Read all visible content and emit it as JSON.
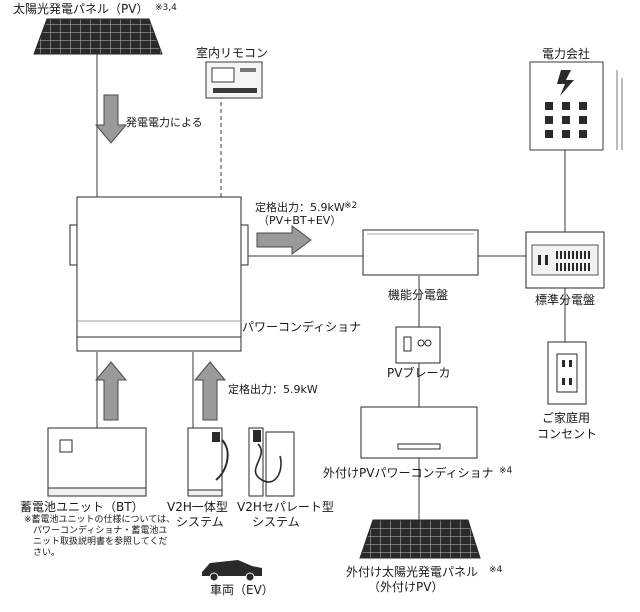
{
  "labels": {
    "pv_panel": "太陽光発電パネル（PV）",
    "pv_panel_note": "※3,4",
    "generation": "発電電力による",
    "remote": "室内リモコン",
    "utility": "電力会社",
    "rated_output_1": "定格出力：5.9kW",
    "rated_output_1_note": "※2",
    "rated_output_1_sub": "（PV+BT+EV）",
    "func_panel": "機能分電盤",
    "std_panel": "標準分電盤",
    "pcs": "パワーコンディショナ",
    "pv_breaker": "PVブレーカ",
    "rated_output_2": "定格出力：5.9kW",
    "outlet_line1": "ご家庭用",
    "outlet_line2": "コンセント",
    "ext_pcs": "外付けPVパワーコンディショナ",
    "ext_pcs_note": "※4",
    "battery": "蓄電池ユニット（BT）",
    "battery_note_1": "※蓄電池ユニットの仕様については、",
    "battery_note_2": "パワーコンディショナ・蓄電池ユ",
    "battery_note_3": "ニット取扱説明書を参照してくだ",
    "battery_note_4": "さい。",
    "v2h_integrated_1": "V2H一体型",
    "v2h_integrated_2": "システム",
    "v2h_separate_1": "V2Hセパレート型",
    "v2h_separate_2": "システム",
    "vehicle": "車両（EV）",
    "ext_pv_1": "外付け太陽光発電パネル",
    "ext_pv_2": "（外付けPV）",
    "ext_pv_note": "※4"
  },
  "icons": {
    "pv_panel": "solar-panel-icon",
    "ext_pv_panel": "solar-panel-icon",
    "remote": "remote-controller-icon",
    "utility": "power-company-building-icon",
    "outlet": "wall-outlet-icon",
    "car": "car-icon",
    "breaker": "breaker-icon"
  },
  "colors": {
    "line": "#3a3a3a",
    "arrow_fill": "#9a9a9a",
    "panel_fill": "#2a2a2a"
  }
}
